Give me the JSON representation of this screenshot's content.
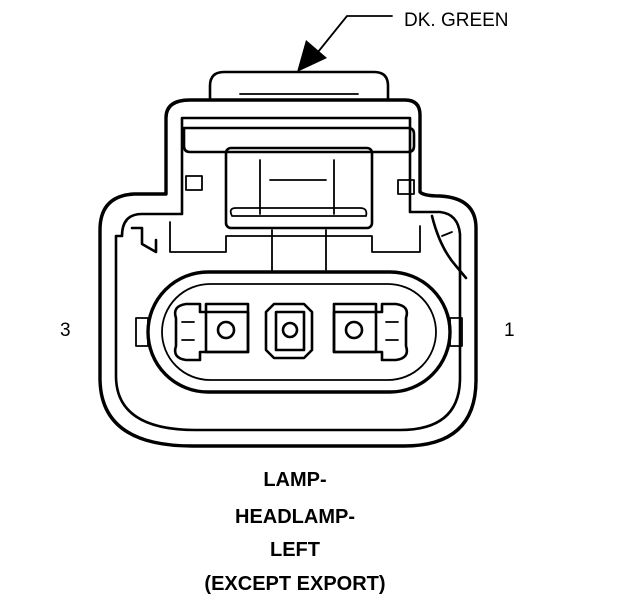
{
  "connector": {
    "wire_color_label": "DK. GREEN",
    "pin_left_label": "3",
    "pin_right_label": "1",
    "title_lines": [
      "LAMP-",
      "HEADLAMP-",
      "LEFT",
      "(EXCEPT EXPORT)"
    ]
  }
}
